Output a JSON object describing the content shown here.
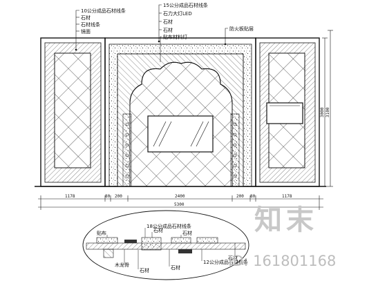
{
  "annotations": {
    "top_center_1": "15公分成品石材线条",
    "top_center_2": "石力大灯LED",
    "top_center_3": "石材",
    "top_center_4": "石材",
    "top_center_5": "贴布材料灯",
    "top_left_1": "10公分成品石材线条",
    "top_left_2": "石材",
    "top_left_3": "石材线条",
    "top_left_4": "镜面",
    "top_right_1": "防火板贴层"
  },
  "dimensions": {
    "seg_1": "1178",
    "seg_2": "80",
    "seg_3": "200",
    "seg_4": "2400",
    "seg_5": "200",
    "seg_6": "80",
    "seg_7": "1178",
    "total": "5300",
    "height_1": "3000",
    "height_2": "3100"
  },
  "section_labels": {
    "s1": "18公分成品石材线条",
    "s2": "石材",
    "s3": "石材",
    "s4": "贴布",
    "s5": "木龙骨",
    "s6": "石材",
    "s7": "石材",
    "s8": "12公分成品石材线条",
    "s9": "石材"
  },
  "watermark": {
    "logo": "知末",
    "id": "ID: 161801168"
  }
}
